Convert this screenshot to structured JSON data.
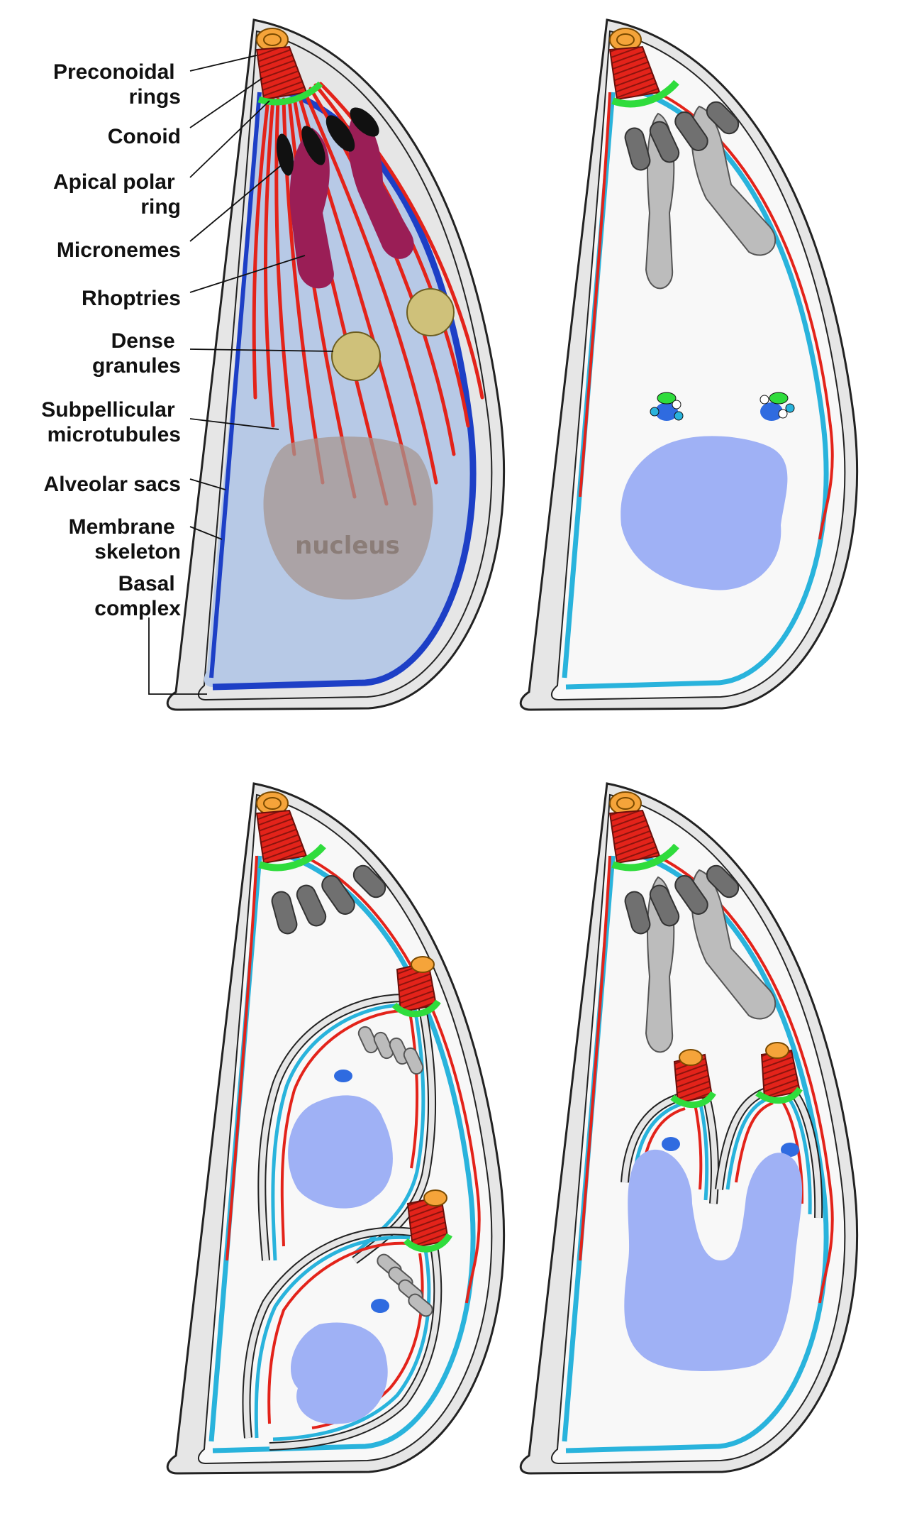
{
  "figure": {
    "labels": [
      {
        "id": "preconoidal",
        "lines": [
          "Preconoidal",
          "rings"
        ]
      },
      {
        "id": "conoid",
        "lines": [
          "Conoid"
        ]
      },
      {
        "id": "apical",
        "lines": [
          "Apical polar",
          "ring"
        ]
      },
      {
        "id": "micronemes",
        "lines": [
          "Micronemes"
        ]
      },
      {
        "id": "rhoptries",
        "lines": [
          "Rhoptries"
        ]
      },
      {
        "id": "dense",
        "lines": [
          "Dense",
          "granules"
        ]
      },
      {
        "id": "subpellicular",
        "lines": [
          "Subpellicular",
          "microtubules"
        ]
      },
      {
        "id": "alveolar",
        "lines": [
          "Alveolar sacs"
        ]
      },
      {
        "id": "membrane",
        "lines": [
          "Membrane",
          "skeleton"
        ]
      },
      {
        "id": "basal",
        "lines": [
          "Basal",
          "complex"
        ]
      }
    ],
    "nucleus_label": "nucleus",
    "colors": {
      "cytoplasm_panel1": "#b7c9e6",
      "cytoplasm": "#f8f8f8",
      "pellicle_gray": "#e6e6e6",
      "membrane_blue": "#1d3fc6",
      "alveolar_cyan": "#29b3dc",
      "microtubule_red": "#e3231a",
      "conoid_orange": "#f5a43a",
      "apical_green": "#2fdc3c",
      "microneme": "#1a1a1a",
      "rhoptry": "#9a1e56",
      "dense_granule": "#cfc17a",
      "nucleus_panel1": "#a79690",
      "nucleus": "#9fb1f5",
      "organelle_gray": "#707070",
      "rhoptry_gray": "#bcbcbc",
      "centrosome_blue": "#2f6be0"
    }
  }
}
